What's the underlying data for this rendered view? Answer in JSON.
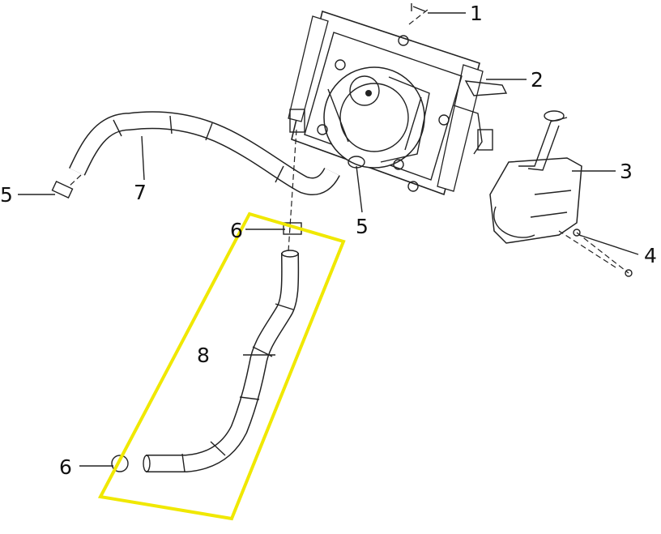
{
  "diagram": {
    "title": "Cooling system exploded parts view",
    "highlight_color": "#f0e800",
    "highlighted_part": "8",
    "callouts": [
      {
        "id": "c1",
        "label": "1"
      },
      {
        "id": "c2",
        "label": "2"
      },
      {
        "id": "c3",
        "label": "3"
      },
      {
        "id": "c4",
        "label": "4"
      },
      {
        "id": "c5a",
        "label": "5"
      },
      {
        "id": "c5b",
        "label": "5"
      },
      {
        "id": "c6a",
        "label": "6"
      },
      {
        "id": "c6b",
        "label": "6"
      },
      {
        "id": "c7",
        "label": "7"
      },
      {
        "id": "c8",
        "label": "8"
      }
    ]
  }
}
